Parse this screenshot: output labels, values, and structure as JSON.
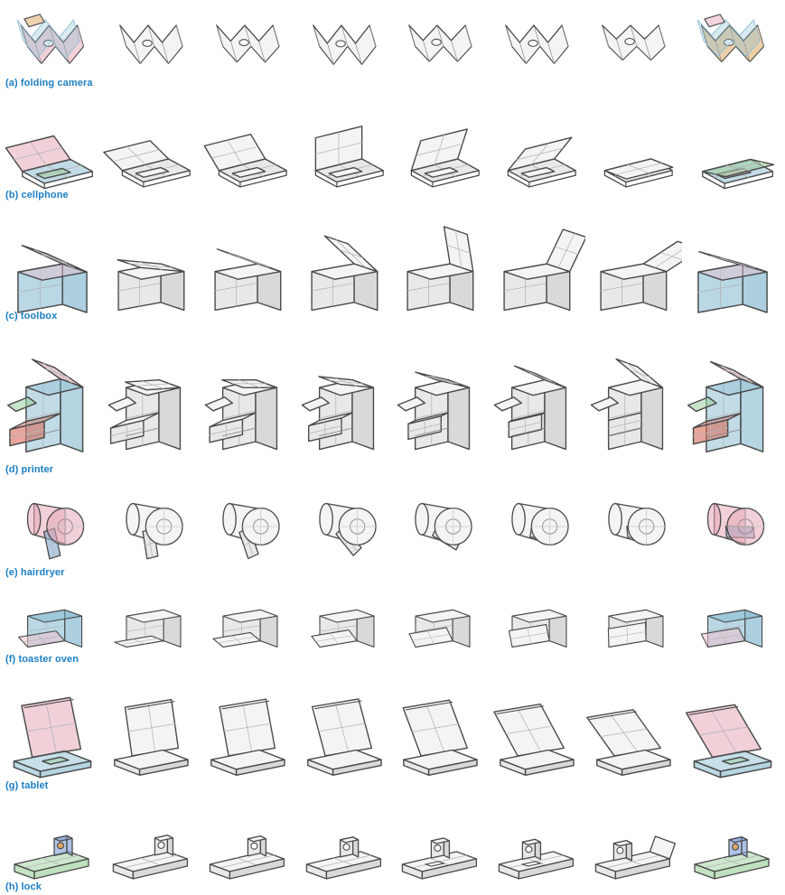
{
  "figure": {
    "description": "Eight rows of articulated-object sketches: a colored concept sketch on the left, six grayscale articulation-step sketches in the middle, and a colored result sketch on the right.",
    "label_color": "#1b7fc4",
    "stroke_color": "#4a4a4a",
    "rows": [
      {
        "id": "a",
        "label": "(a) folding camera",
        "object": "folding-camera",
        "type": "bellows",
        "steps": [
          1,
          0.92,
          1.05,
          0.88,
          1,
          0.8
        ],
        "left_state": 1,
        "right_state": 0.9,
        "palette_left": [
          "#e6a9b8",
          "#8fbfd4",
          "#dca55f",
          "#9ccf9c"
        ],
        "palette_right": [
          "#dca55f",
          "#8fbfd4",
          "#e6a9b8"
        ]
      },
      {
        "id": "b",
        "label": "(b) cellphone",
        "object": "cellphone",
        "type": "flip",
        "steps": [
          15,
          30,
          70,
          95,
          120,
          176
        ],
        "left_state": 25,
        "right_state": 170,
        "palette_left": [
          "#e6a9b8",
          "#8fbfd4",
          "#9ccf9c"
        ],
        "palette_right": [
          "#9ccf9c",
          "#8fbfd4",
          "#e6a9b8"
        ]
      },
      {
        "id": "c",
        "label": "(c) toolbox",
        "object": "toolbox",
        "type": "box",
        "steps": [
          18,
          35,
          60,
          95,
          125,
          155
        ],
        "left_state": 40,
        "right_state": 30,
        "palette_left": [
          "#7fb7cf",
          "#8fcf8f",
          "#eec2ce"
        ],
        "palette_right": [
          "#7fb7cf",
          "#8fcf8f",
          "#eec2ce"
        ]
      },
      {
        "id": "d",
        "label": "(d) printer",
        "object": "printer",
        "type": "printer",
        "steps": [
          {
            "lid": 10,
            "drawer": 1
          },
          {
            "lid": 14,
            "drawer": 0.85
          },
          {
            "lid": 20,
            "drawer": 0.7
          },
          {
            "lid": 28,
            "drawer": 0.45
          },
          {
            "lid": 40,
            "drawer": 0.2
          },
          {
            "lid": 55,
            "drawer": 0
          }
        ],
        "left_state": {
          "lid": 50,
          "drawer": 1
        },
        "right_state": {
          "lid": 45,
          "drawer": 0.8
        },
        "palette_left": [
          "#e6a9b8",
          "#9ccf9c",
          "#d96a5a",
          "#8fbfd4"
        ],
        "palette_right": [
          "#e6a9b8",
          "#9ccf9c",
          "#d96a5a",
          "#8fbfd4"
        ]
      },
      {
        "id": "e",
        "label": "(e) hairdryer",
        "object": "hairdryer",
        "type": "dryer",
        "steps": [
          -5,
          -15,
          -35,
          -55,
          -72,
          -85
        ],
        "left_state": -8,
        "right_state": -85,
        "palette_left": [
          "#e6a9b8",
          "#7fa8cf"
        ],
        "palette_right": [
          "#e6a9b8",
          "#7fa8cf"
        ]
      },
      {
        "id": "f",
        "label": "(f) toaster oven",
        "object": "toaster-oven",
        "type": "oven",
        "steps": [
          50,
          40,
          32,
          24,
          12,
          2
        ],
        "left_state": 35,
        "right_state": 25,
        "palette_left": [
          "#7fb7cf",
          "#eec2ce"
        ],
        "palette_right": [
          "#7fb7cf",
          "#eec2ce"
        ]
      },
      {
        "id": "g",
        "label": "(g) tablet",
        "object": "tablet",
        "type": "tablet",
        "steps": [
          2,
          6,
          14,
          24,
          38,
          50
        ],
        "left_state": 8,
        "right_state": 42,
        "palette_left": [
          "#e6a9b8",
          "#8fbfd4",
          "#9ccf9c"
        ],
        "palette_right": [
          "#e6a9b8",
          "#8fbfd4",
          "#9ccf9c"
        ]
      },
      {
        "id": "h",
        "label": "(h) lock",
        "object": "lock",
        "type": "lock",
        "steps": [
          {
            "t": 0.1
          },
          {
            "t": 0.2
          },
          {
            "t": 0.32
          },
          {
            "t": 0.45,
            "hole": true
          },
          {
            "t": 0.6,
            "hole": true
          },
          {
            "t": 0.75,
            "flap": true
          }
        ],
        "left_state": {
          "t": 0.15
        },
        "right_state": {
          "t": 0.3
        },
        "palette_left": [
          "#9ccf9c",
          "#7f9fd8",
          "#a08fd0",
          "#e0a050"
        ],
        "palette_right": [
          "#9ccf9c",
          "#7f9fd8",
          "#a08fd0",
          "#e0a050"
        ]
      }
    ]
  }
}
